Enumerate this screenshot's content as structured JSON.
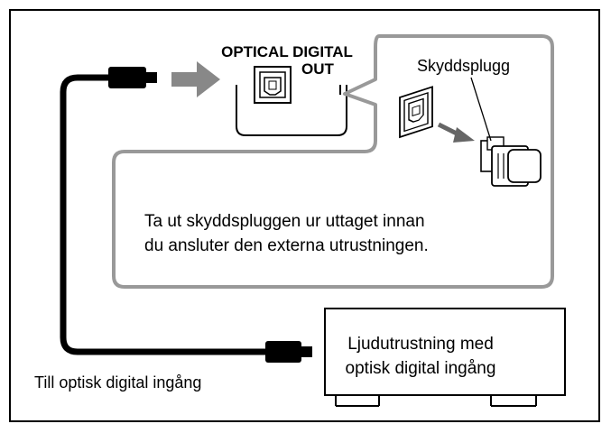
{
  "port_label_line1": "OPTICAL DIGITAL",
  "port_label_line2": "OUT",
  "plug_label": "Skyddsplugg",
  "instruction_line1": "Ta ut skyddspluggen ur uttaget innan",
  "instruction_line2": "du ansluter den externa utrustningen.",
  "input_label": "Till optisk digital ingång",
  "device_label_line1": "Ljudutrustning med",
  "device_label_line2": "optisk digital ingång",
  "colors": {
    "line": "#000000",
    "callout_border": "#999999",
    "arrow": "#888888",
    "background": "#ffffff"
  }
}
